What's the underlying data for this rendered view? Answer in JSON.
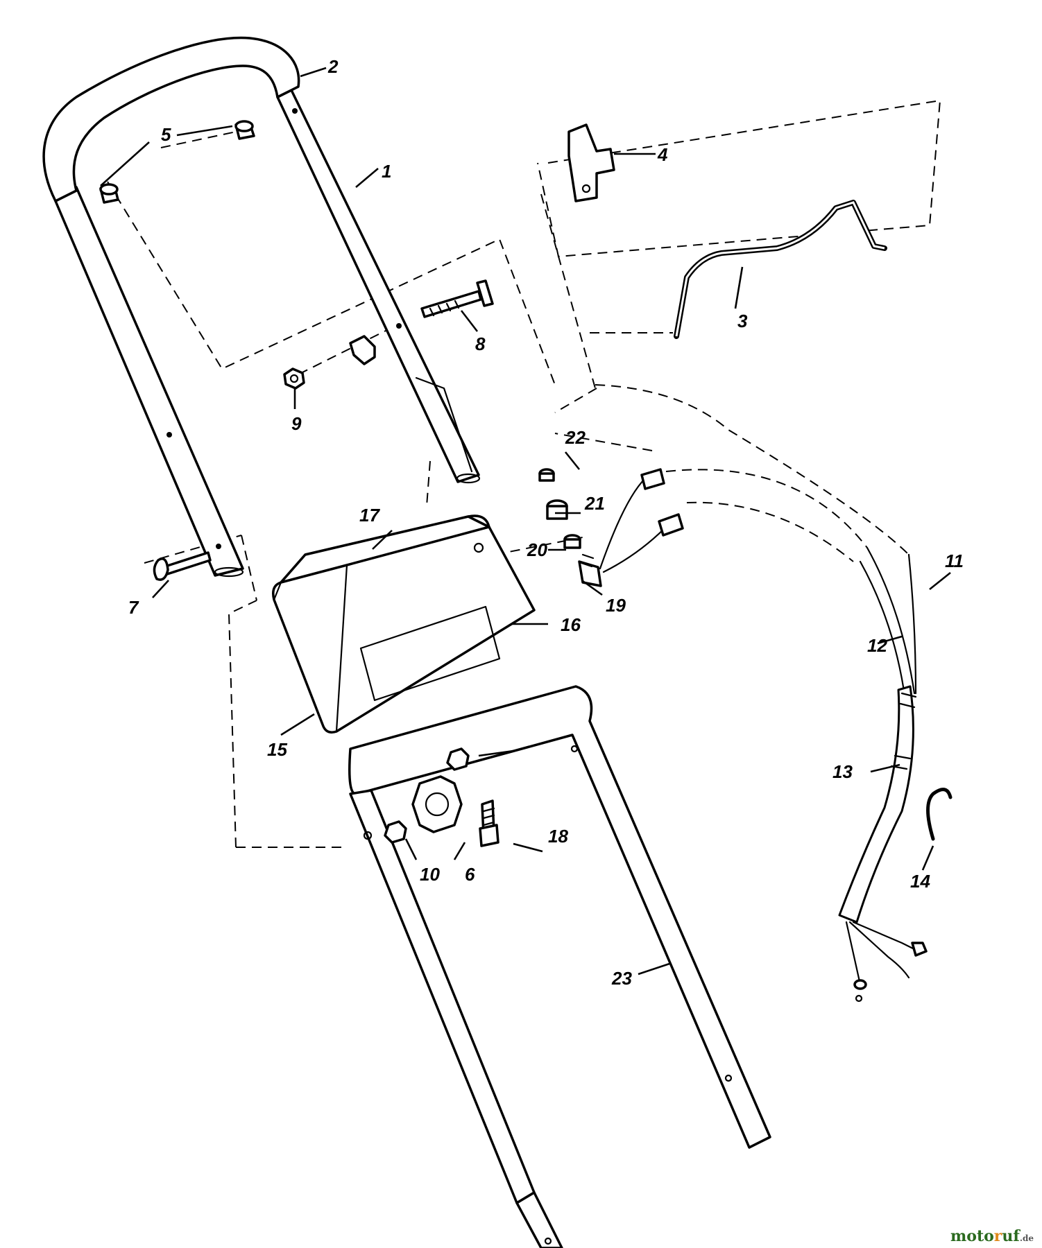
{
  "callouts": {
    "c1": "1",
    "c2": "2",
    "c3": "3",
    "c4": "4",
    "c5": "5",
    "c6": "6",
    "c7": "7",
    "c8": "8",
    "c9": "9",
    "c10": "10",
    "c11": "11",
    "c12": "12",
    "c13": "13",
    "c14": "14",
    "c15": "15",
    "c16": "16",
    "c17": "17",
    "c18": "18",
    "c19": "19",
    "c20": "20",
    "c21": "21",
    "c22": "22",
    "c23": "23"
  },
  "watermark": {
    "brand": "motoruf",
    "suffix": ".de",
    "colors": {
      "moto": "#2b6a1f",
      "r": "#e08a1c",
      "uf": "#2b6a1f",
      "suffix": "#555555"
    }
  }
}
